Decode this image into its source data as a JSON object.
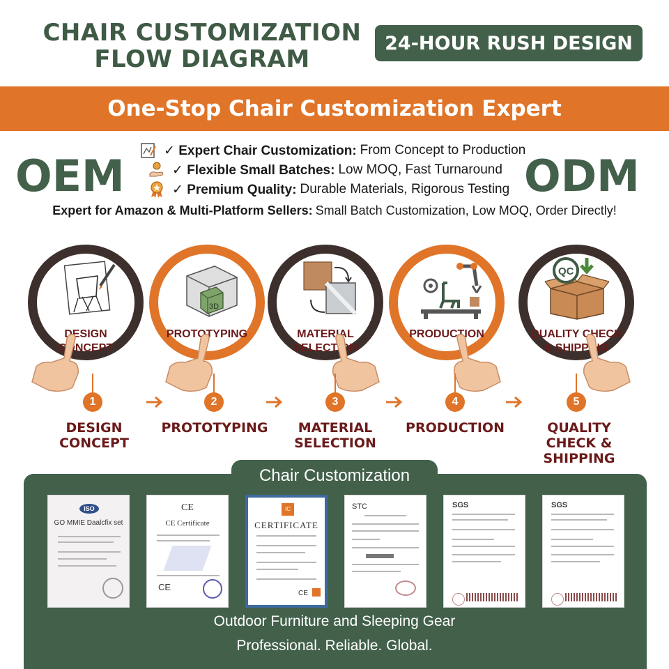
{
  "header": {
    "title_line1": "CHAIR CUSTOMIZATION",
    "title_line2": "FLOW DIAGRAM",
    "badge": "24-HOUR RUSH DESIGN"
  },
  "banner": {
    "text": "One-Stop Chair Customization Expert"
  },
  "sides": {
    "left": "OEM",
    "right": "ODM"
  },
  "features": [
    {
      "icon": "blueprint-icon",
      "bold": "✓ Expert Chair Customization:",
      "text": "From Concept to Production"
    },
    {
      "icon": "hand-coin-icon",
      "bold": "✓ Flexible Small Batches:",
      "text": "Low MOQ, Fast Turnaround"
    },
    {
      "icon": "award-ribbon-icon",
      "bold": "✓ Premium Quality:",
      "text": "Durable Materials, Rigorous Testing"
    }
  ],
  "subline": {
    "bold": "Expert for Amazon & Multi-Platform Sellers:",
    "text": "Small Batch Customization, Low MOQ, Order Directly!"
  },
  "steps": [
    {
      "number": "1",
      "circle_line1": "DESIGN",
      "circle_line2": "CONCEPT",
      "title_line1": "DESIGN",
      "title_line2": "CONCEPT",
      "title_line3": "",
      "icon": "chair-sketch-icon",
      "ring": "dark"
    },
    {
      "number": "2",
      "circle_line1": "PROTOTYPING",
      "circle_line2": "",
      "title_line1": "PROTOTYPING",
      "title_line2": "",
      "title_line3": "",
      "icon": "3d-cube-icon",
      "ring": "orange"
    },
    {
      "number": "3",
      "circle_line1": "MATERIAL",
      "circle_line2": "SELECTION",
      "title_line1": "MATERIAL",
      "title_line2": "SELECTION",
      "title_line3": "",
      "icon": "fabric-swatch-icon",
      "ring": "dark"
    },
    {
      "number": "4",
      "circle_line1": "PRODUCTION",
      "circle_line2": "",
      "title_line1": "PRODUCTION",
      "title_line2": "",
      "title_line3": "",
      "icon": "robot-arm-icon",
      "ring": "orange"
    },
    {
      "number": "5",
      "circle_line1": "QUALITY CHECK",
      "circle_line2": "& SHIPPING",
      "title_line1": "QUALITY",
      "title_line2": "CHECK &",
      "title_line3": "SHIPPING",
      "icon": "qc-box-icon",
      "ring": "dark"
    }
  ],
  "step_labels": {
    "3d": "3D",
    "qc": "QC"
  },
  "certificates": {
    "section_title": "Chair Customization",
    "items": [
      {
        "header": "ISO",
        "caption": "GO MMIE Daalcfix set"
      },
      {
        "header": "CE",
        "caption": "CE Certificate"
      },
      {
        "header": "IC",
        "caption": "CERTIFICATE"
      },
      {
        "header": "STC",
        "caption": ""
      },
      {
        "header": "SGS",
        "caption": ""
      },
      {
        "header": "SGS",
        "caption": ""
      }
    ]
  },
  "footer": {
    "line1": "Outdoor Furniture and Sleeping Gear",
    "line2": "Professional. Reliable. Global."
  },
  "colors": {
    "brand_green": "#42604a",
    "brand_orange": "#e07428",
    "ring_dark": "#3d2f2c",
    "step_text": "#6b1a1a"
  }
}
